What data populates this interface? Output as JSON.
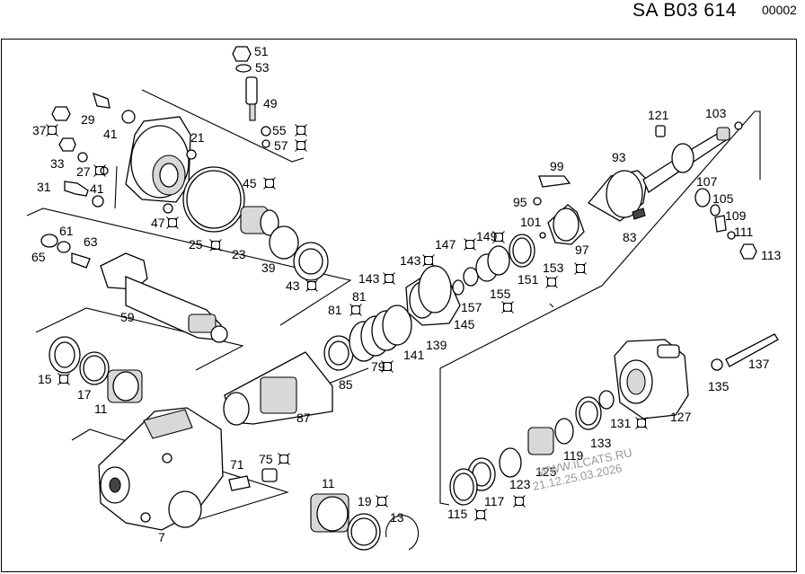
{
  "header": {
    "code": "SA B03 614",
    "page": "00002"
  },
  "watermark": {
    "line1": "WWW.ILCATS.RU",
    "line2": "21.12.25.03.2026"
  },
  "symbol": "exchange-part-symbol",
  "labels": {
    "p51": "51",
    "p53": "53",
    "p49": "49",
    "p55": "55",
    "p57": "57",
    "p37": "37",
    "p29": "29",
    "p41a": "41",
    "p21": "21",
    "p33": "33",
    "p27": "27",
    "p31": "31",
    "p41b": "41",
    "p45": "45",
    "p47": "47",
    "p25": "25",
    "p23": "23",
    "p39": "39",
    "p43a": "43",
    "p61": "61",
    "p63": "63",
    "p65": "65",
    "p59": "59",
    "p15": "15",
    "p17": "17",
    "p11a": "11",
    "p7": "7",
    "p71": "71",
    "p75": "75",
    "p11b": "11",
    "p19": "19",
    "p13": "13",
    "p87": "87",
    "p85": "85",
    "p81a": "81",
    "p81b": "81",
    "p79": "79",
    "p141": "141",
    "p139": "139",
    "p143a": "143",
    "p143b": "143",
    "p145": "145",
    "p157": "157",
    "p155": "155",
    "p147": "147",
    "p149": "149",
    "p151": "151",
    "p153": "153",
    "p95": "95",
    "p99": "99",
    "p101": "101",
    "p97": "97",
    "p93": "93",
    "p83": "83",
    "p121": "121",
    "p103": "103",
    "p107": "107",
    "p105": "105",
    "p109": "109",
    "p111": "111",
    "p113": "113",
    "p137": "137",
    "p135": "135",
    "p127": "127",
    "p131": "131",
    "p133": "133",
    "p119": "119",
    "p125": "125",
    "p123": "123",
    "p117": "117",
    "p115": "115"
  }
}
